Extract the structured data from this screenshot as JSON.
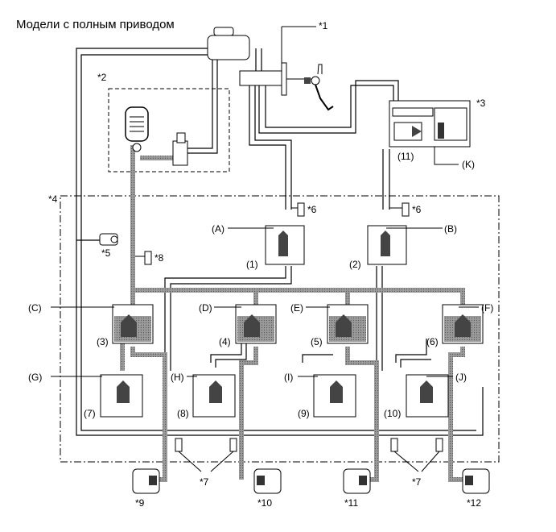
{
  "title": "Модели с полным приводом",
  "callouts": {
    "c1": "*1",
    "c2": "*2",
    "c3": "*3",
    "c4": "*4",
    "c5": "*5",
    "c6a": "*6",
    "c6b": "*6",
    "c7a": "*7",
    "c7b": "*7",
    "c8": "*8",
    "c9": "*9",
    "c10": "*10",
    "c11": "*11",
    "c12": "*12",
    "K": "(K)",
    "n11": "(11)"
  },
  "letters": {
    "A": "(A)",
    "B": "(B)",
    "C": "(C)",
    "D": "(D)",
    "E": "(E)",
    "F": "(F)",
    "G": "(G)",
    "H": "(H)",
    "I": "(I)",
    "J": "(J)"
  },
  "numbers": {
    "n1": "(1)",
    "n2": "(2)",
    "n3": "(3)",
    "n4": "(4)",
    "n5": "(5)",
    "n6": "(6)",
    "n7": "(7)",
    "n8": "(8)",
    "n9": "(9)",
    "n10": "(10)"
  }
}
